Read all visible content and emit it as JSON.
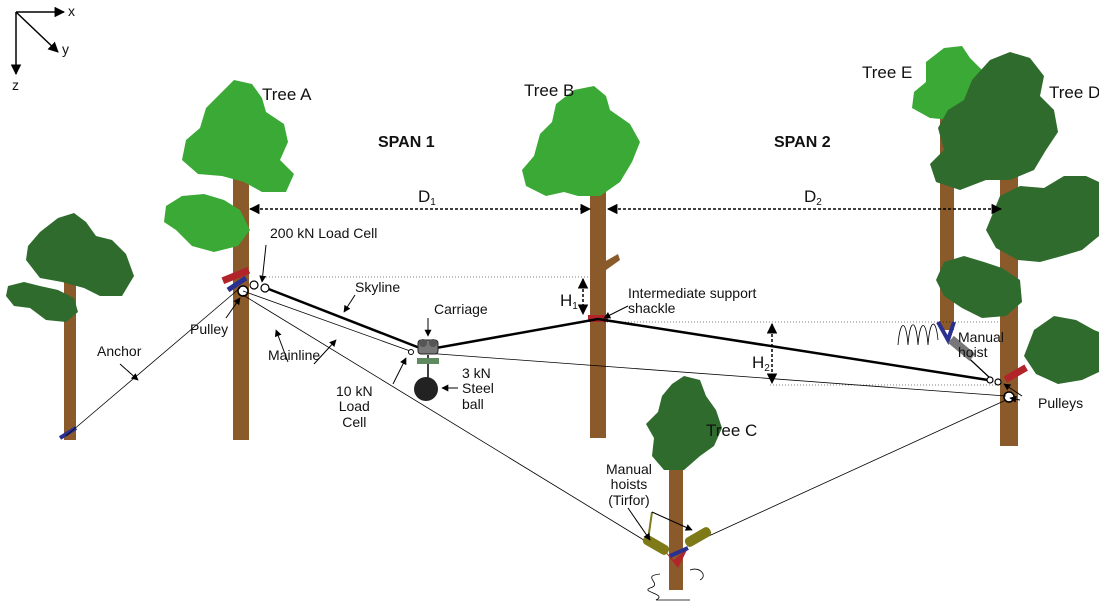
{
  "axes": {
    "x": "x",
    "y": "y",
    "z": "z"
  },
  "trees": {
    "a": "Tree A",
    "b": "Tree B",
    "c": "Tree C",
    "d": "Tree D",
    "e": "Tree E"
  },
  "spans": {
    "span1": "SPAN 1",
    "span2": "SPAN 2"
  },
  "distances": {
    "d1": {
      "main": "D",
      "sub": "1"
    },
    "d2": {
      "main": "D",
      "sub": "2"
    },
    "h1": {
      "main": "H",
      "sub": "1"
    },
    "h2": {
      "main": "H",
      "sub": "2"
    }
  },
  "labels": {
    "load_cell_200": "200 kN Load Cell",
    "skyline": "Skyline",
    "carriage": "Carriage",
    "intermediate_support": [
      "Intermediate support",
      "shackle"
    ],
    "anchor": "Anchor",
    "pulley": "Pulley",
    "mainline": "Mainline",
    "load_cell_10": [
      "10 kN",
      "Load",
      "Cell"
    ],
    "steel_ball": [
      "3 kN",
      "Steel",
      "ball"
    ],
    "manual_hoist": [
      "Manual",
      "hoist"
    ],
    "pulleys": "Pulleys",
    "manual_hoists_tirfor": [
      "Manual",
      "hoists",
      "(Tirfor)"
    ]
  },
  "colors": {
    "trunk": "#8b5a2b",
    "leaf_light": "#3aa935",
    "leaf_dark": "#2e6b2c",
    "strap_red": "#b0242a",
    "strap_blue": "#2b2f8f",
    "hoist_olive": "#7d7a17",
    "load_cell_green": "#5f8a5f"
  }
}
